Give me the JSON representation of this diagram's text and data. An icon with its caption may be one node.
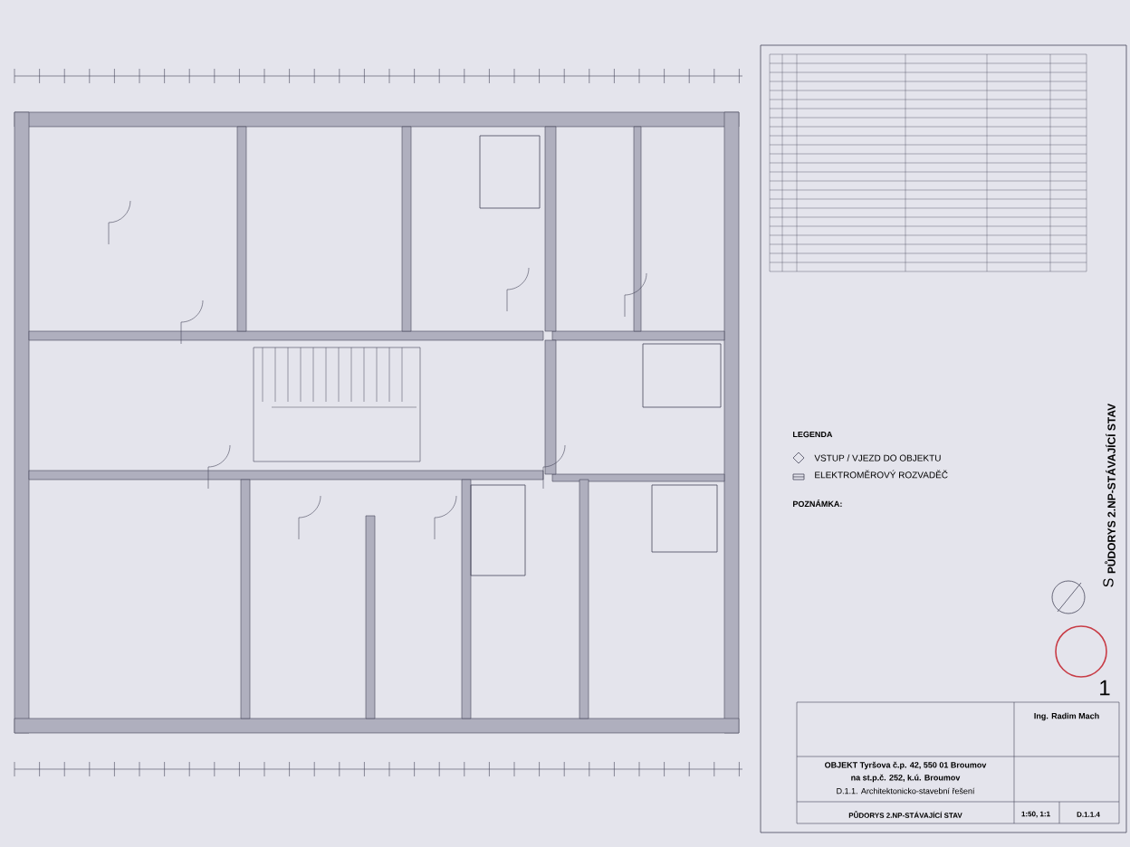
{
  "diagram": {
    "title": "PŮDORYS 2.NP-STÁVAJÍCÍ STAV",
    "labels": [
      "LEGENDA",
      "POZNÁMKA:",
      "S",
      "1",
      "Ing. Radim Mach",
      "OBJEKT Tyršova č.p. 42, 550 01 Broumov",
      "na st.p.č. 252, k.ú. Broumov",
      "D.1.1. Architektonicko-stavební řešení",
      "PŮDORYS 2.NP-STÁVAJÍCÍ STAV",
      "1:50, 1:1",
      "D.1.1.4"
    ],
    "legend": [
      {
        "text": "VSTUP / VJEZD DO OBJEKTU"
      },
      {
        "text": "ELEKTROMĚROVÝ ROZVADĚČ"
      }
    ]
  }
}
